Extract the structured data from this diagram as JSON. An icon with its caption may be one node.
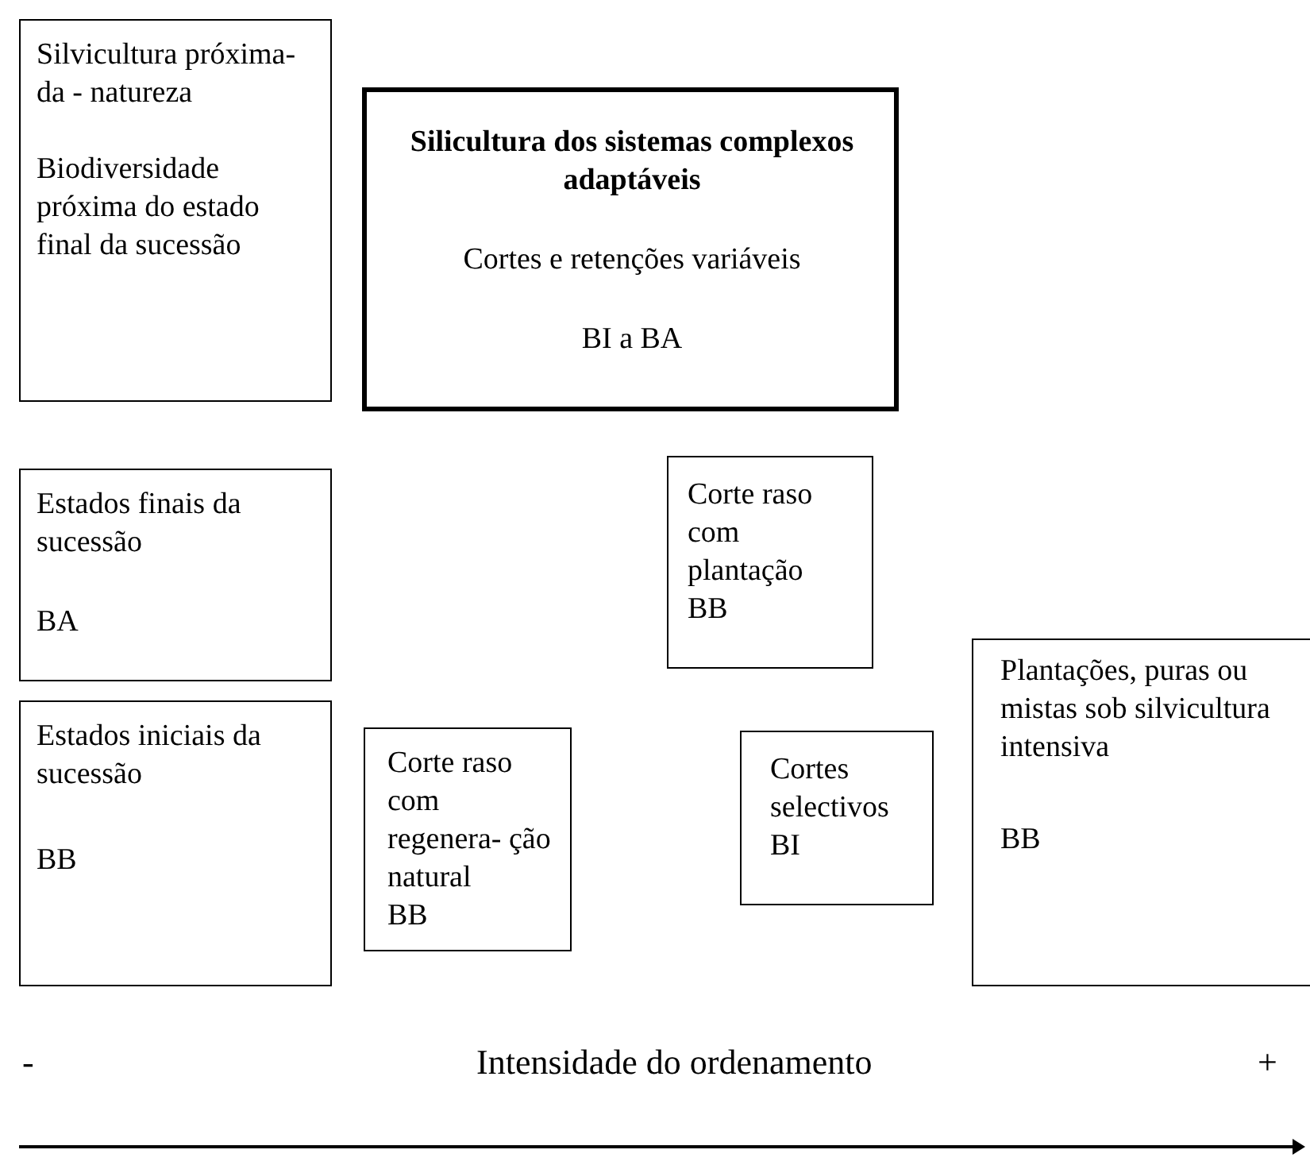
{
  "diagram": {
    "nodes": [
      {
        "text": [
          "Silvicultura próxima- da - natureza",
          "Biodiversidade próxima do estado final da sucessão"
        ]
      },
      {
        "text": [
          "Silicultura dos sistemas complexos adaptáveis",
          "Cortes e retenções variáveis",
          "BI a BA"
        ]
      },
      {
        "text": [
          "Estados finais da sucessão",
          "BA"
        ]
      },
      {
        "text": [
          "Corte raso com plantação",
          "BB"
        ]
      },
      {
        "text": [
          "Corte raso com regenera- ção natural",
          "BB"
        ]
      },
      {
        "text": [
          "Cortes selectivos",
          "BI"
        ]
      },
      {
        "text": [
          "Plantações, puras ou mistas sob silvicultura intensiva",
          "BB"
        ]
      },
      {
        "text": [
          "Estados iniciais da sucessão",
          "BB"
        ]
      }
    ],
    "labels": [
      "-",
      "Intensidade do ordenamento",
      "+"
    ]
  }
}
